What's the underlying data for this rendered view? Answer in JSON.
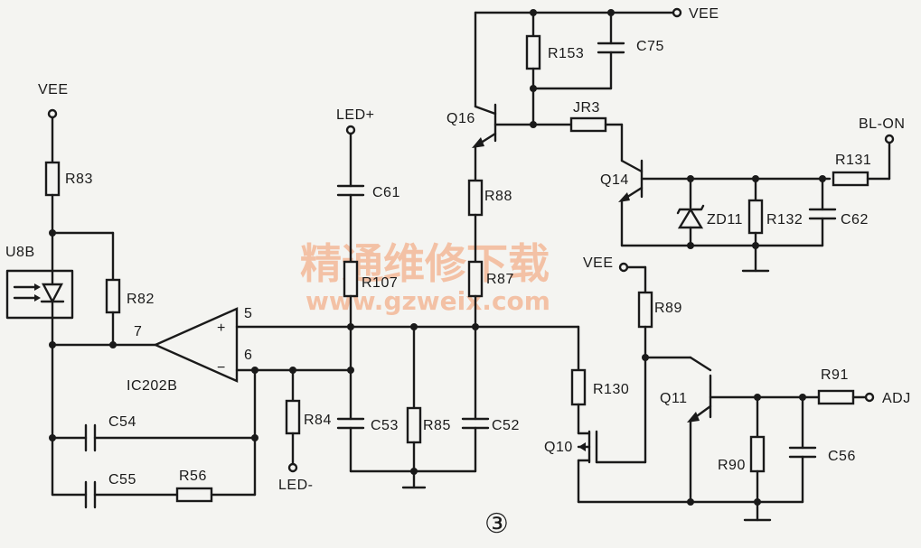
{
  "labels": {
    "vee_top": "VEE",
    "vee_left": "VEE",
    "vee_mid": "VEE",
    "led_plus": "LED+",
    "led_minus": "LED-",
    "bl_on": "BL-ON",
    "adj": "ADJ",
    "u8b": "U8B",
    "ic202b": "IC202B",
    "pin5": "5",
    "pin6": "6",
    "pin7": "7",
    "plus": "+",
    "minus": "−",
    "q16": "Q16",
    "q14": "Q14",
    "q11": "Q11",
    "q10": "Q10",
    "zd11": "ZD11",
    "r83": "R83",
    "r82": "R82",
    "r84": "R84",
    "r85": "R85",
    "r87": "R87",
    "r88": "R88",
    "r89": "R89",
    "r90": "R90",
    "r91": "R91",
    "r107": "R107",
    "r130": "R130",
    "r131": "R131",
    "r132": "R132",
    "r153": "R153",
    "r56": "R56",
    "jr3": "JR3",
    "c75": "C75",
    "c61": "C61",
    "c62": "C62",
    "c54": "C54",
    "c55": "C55",
    "c53": "C53",
    "c52": "C52",
    "c56": "C56",
    "figure_number": "③"
  },
  "watermark": {
    "title": "精通维修下载",
    "url": "www.gzweix.com",
    "color": "#f3b08c"
  }
}
